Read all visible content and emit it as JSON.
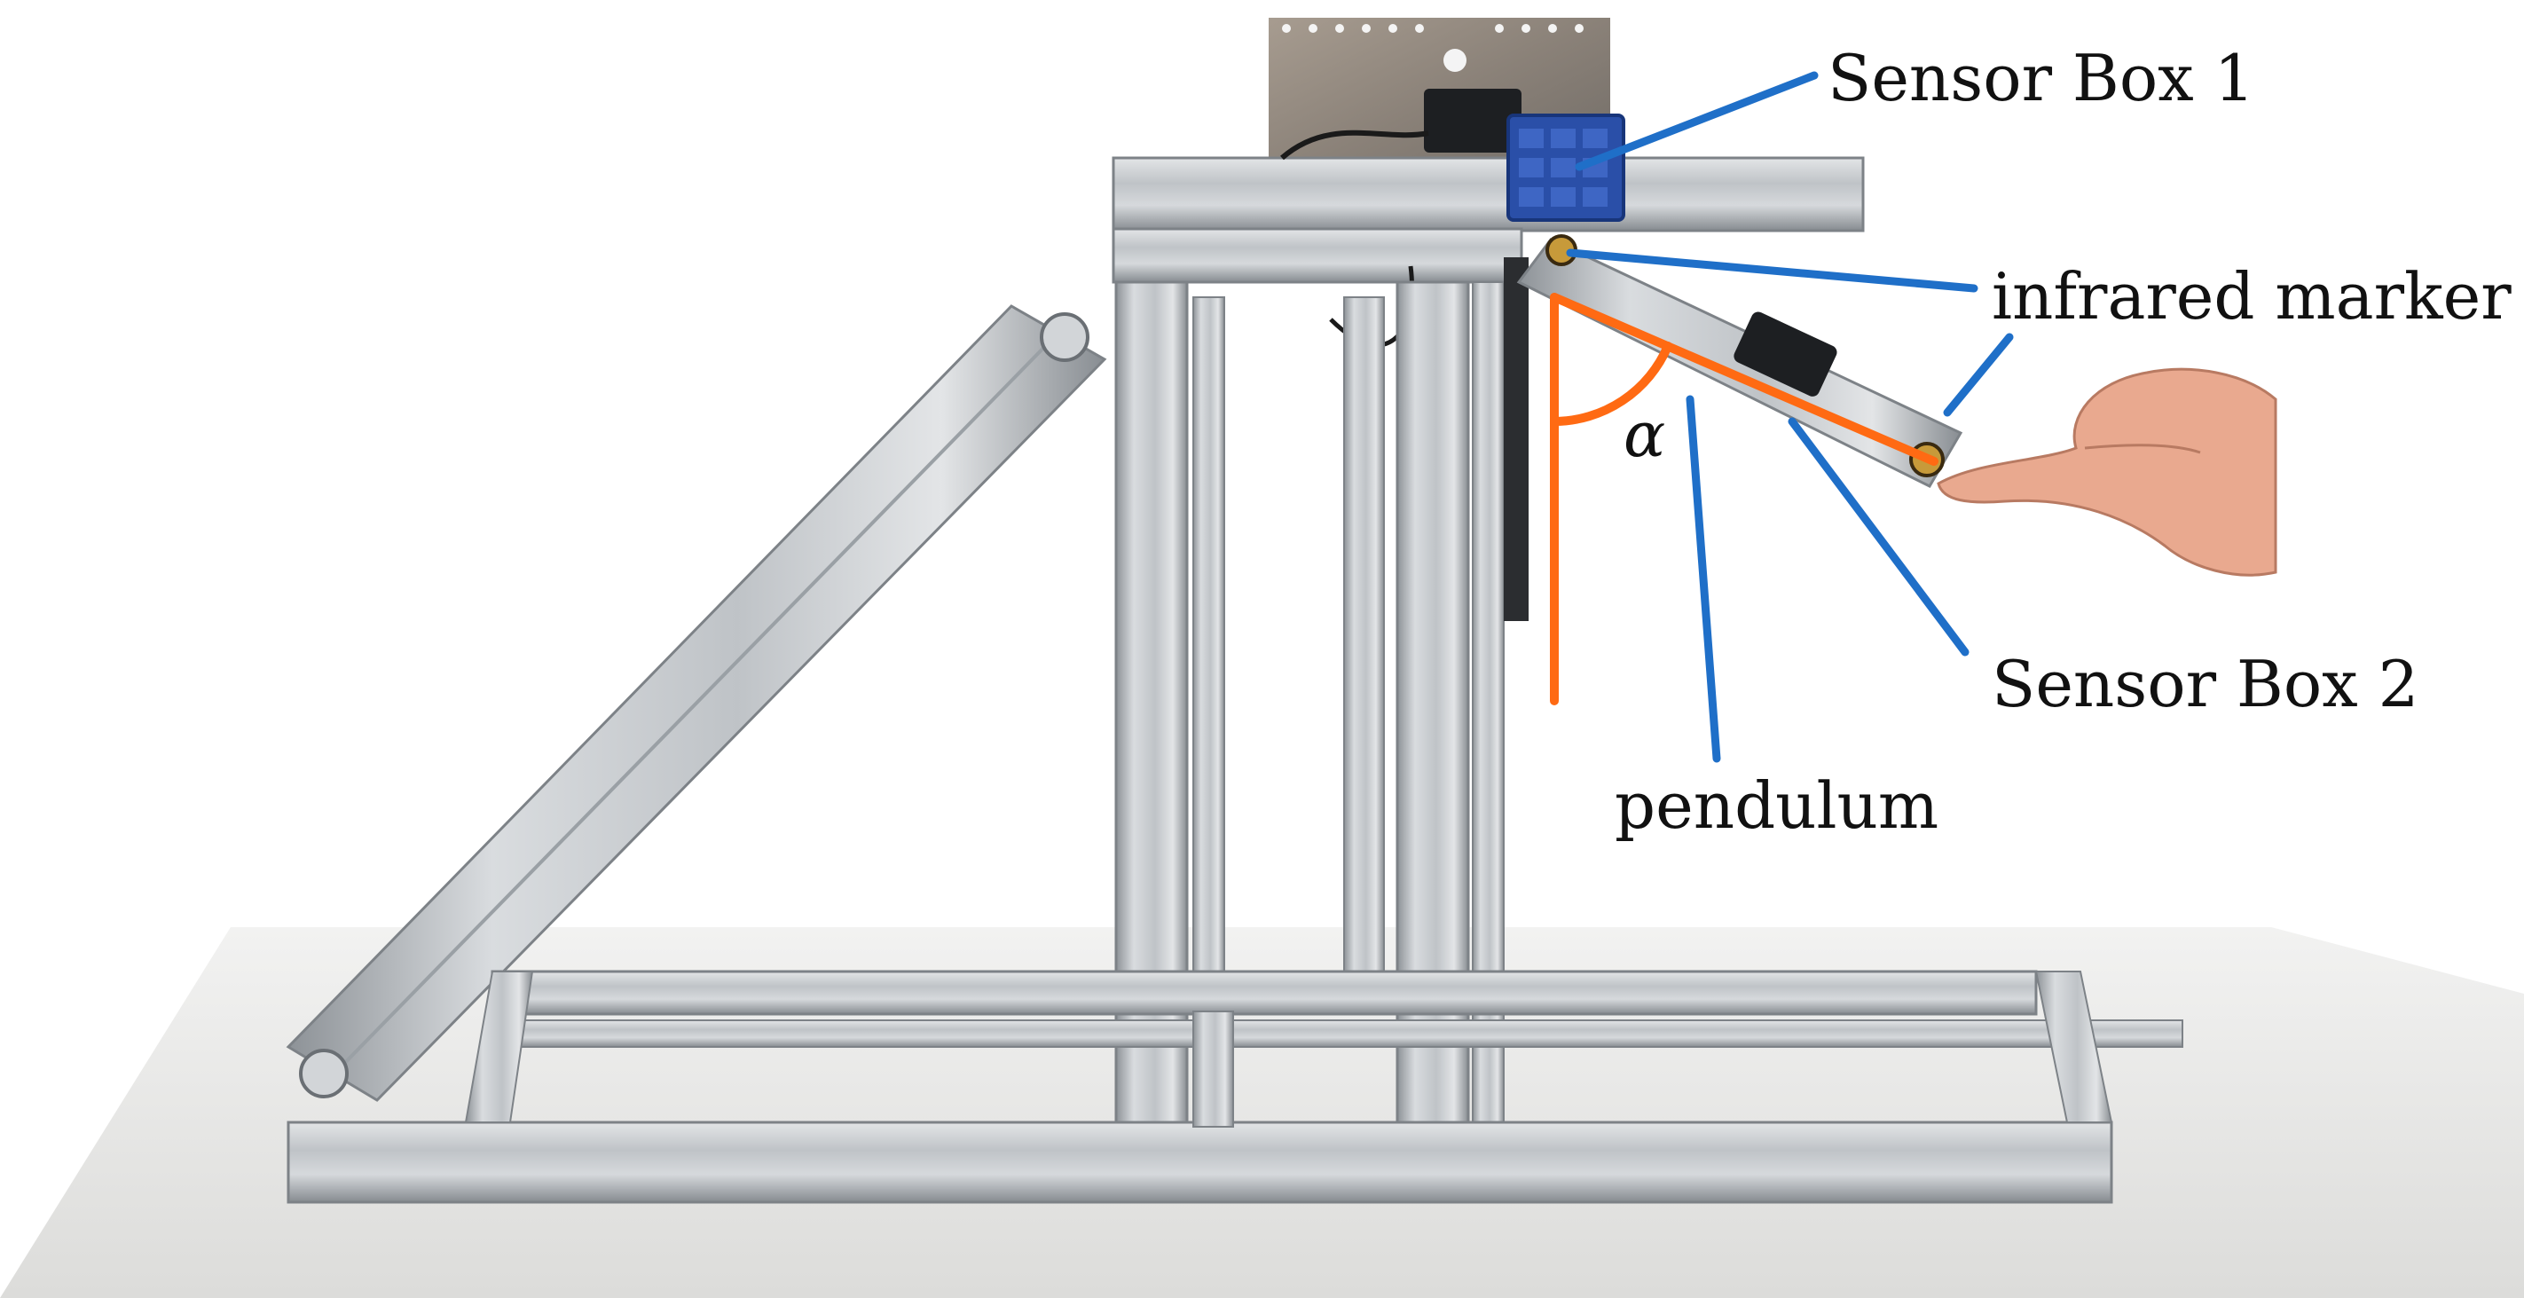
{
  "labels": {
    "sensor_box_1": "Sensor Box 1",
    "infrared_marker": "infrared marker",
    "sensor_box_2": "Sensor Box 2",
    "pendulum": "pendulum",
    "angle": "α"
  },
  "colors": {
    "callout_line": "#1f6fc8",
    "angle_marker": "#ff6a13",
    "frame_aluminum": "#c9ccd0",
    "frame_shadow": "#8e9398",
    "sensor_box": "#2a4fa8",
    "table_top": "#e6e6e4",
    "background": "#ffffff",
    "skin": "#e9a98f"
  }
}
